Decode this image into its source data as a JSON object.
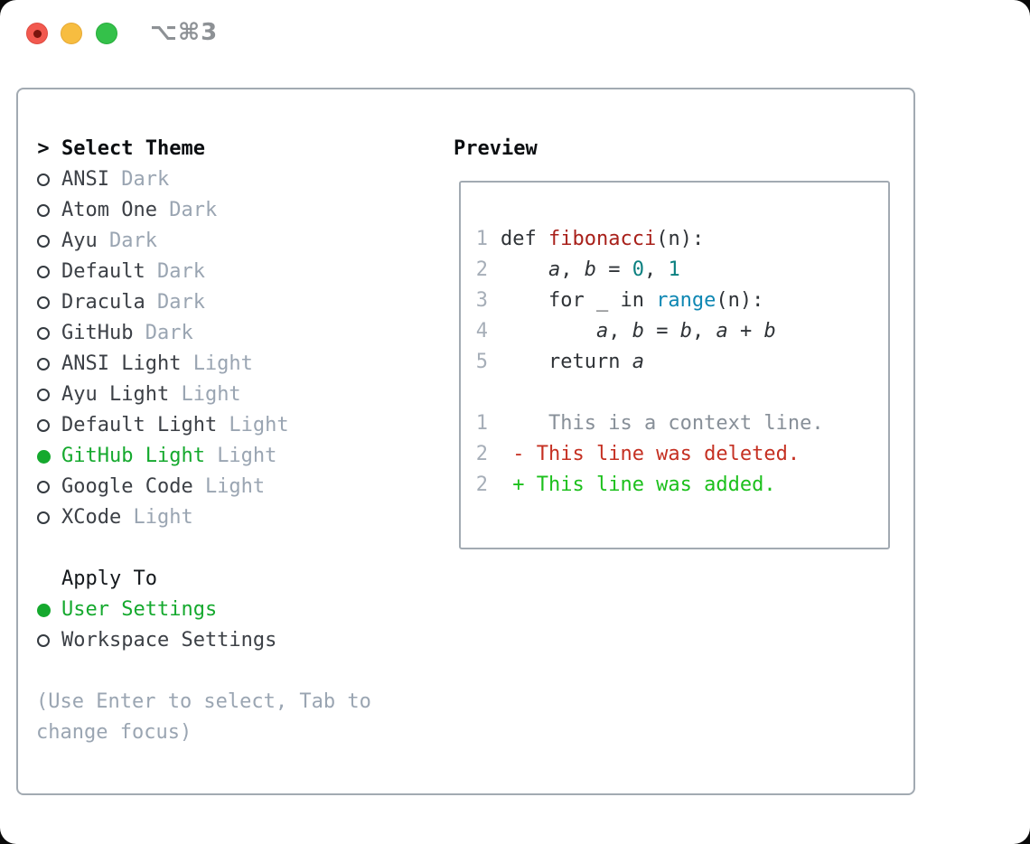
{
  "window": {
    "title_shortcut": "⌥⌘3"
  },
  "theme_selector": {
    "prompt": ">",
    "heading": "Select Theme",
    "themes": [
      {
        "name": "ANSI",
        "variant": "Dark",
        "selected": false
      },
      {
        "name": "Atom One",
        "variant": "Dark",
        "selected": false
      },
      {
        "name": "Ayu",
        "variant": "Dark",
        "selected": false
      },
      {
        "name": "Default",
        "variant": "Dark",
        "selected": false
      },
      {
        "name": "Dracula",
        "variant": "Dark",
        "selected": false
      },
      {
        "name": "GitHub",
        "variant": "Dark",
        "selected": false
      },
      {
        "name": "ANSI Light",
        "variant": "Light",
        "selected": false
      },
      {
        "name": "Ayu Light",
        "variant": "Light",
        "selected": false
      },
      {
        "name": "Default Light",
        "variant": "Light",
        "selected": false
      },
      {
        "name": "GitHub Light",
        "variant": "Light",
        "selected": true
      },
      {
        "name": "Google Code",
        "variant": "Light",
        "selected": false
      },
      {
        "name": "XCode",
        "variant": "Light",
        "selected": false
      }
    ],
    "apply_to": {
      "heading": "Apply To",
      "options": [
        {
          "name": "User Settings",
          "selected": true
        },
        {
          "name": "Workspace Settings",
          "selected": false
        }
      ]
    },
    "hint": "(Use Enter to select, Tab to change focus)"
  },
  "preview": {
    "heading": "Preview",
    "code_lines": [
      {
        "num": "1",
        "tokens": [
          {
            "t": "def ",
            "c": "kw"
          },
          {
            "t": "fibonacci",
            "c": "title"
          },
          {
            "t": "(n):",
            "c": "plain"
          }
        ]
      },
      {
        "num": "2",
        "tokens": [
          {
            "t": "    ",
            "c": "plain"
          },
          {
            "t": "a",
            "c": "var"
          },
          {
            "t": ", ",
            "c": "plain"
          },
          {
            "t": "b",
            "c": "var"
          },
          {
            "t": " = ",
            "c": "plain"
          },
          {
            "t": "0",
            "c": "num"
          },
          {
            "t": ", ",
            "c": "plain"
          },
          {
            "t": "1",
            "c": "num"
          }
        ]
      },
      {
        "num": "3",
        "tokens": [
          {
            "t": "    for _ in ",
            "c": "kw"
          },
          {
            "t": "range",
            "c": "builtin"
          },
          {
            "t": "(n):",
            "c": "plain"
          }
        ]
      },
      {
        "num": "4",
        "tokens": [
          {
            "t": "        ",
            "c": "plain"
          },
          {
            "t": "a",
            "c": "var"
          },
          {
            "t": ", ",
            "c": "plain"
          },
          {
            "t": "b",
            "c": "var"
          },
          {
            "t": " = ",
            "c": "plain"
          },
          {
            "t": "b",
            "c": "var"
          },
          {
            "t": ", ",
            "c": "plain"
          },
          {
            "t": "a",
            "c": "var"
          },
          {
            "t": " + ",
            "c": "plain"
          },
          {
            "t": "b",
            "c": "var"
          }
        ]
      },
      {
        "num": "5",
        "tokens": [
          {
            "t": "    return ",
            "c": "kw"
          },
          {
            "t": "a",
            "c": "var"
          }
        ]
      }
    ],
    "diff_lines": [
      {
        "num": "1",
        "prefix": "    ",
        "text": "This is a context line.",
        "type": "context"
      },
      {
        "num": "2",
        "prefix": " - ",
        "text": "This line was deleted.",
        "type": "deleted"
      },
      {
        "num": "2",
        "prefix": " + ",
        "text": "This line was added.",
        "type": "added"
      }
    ]
  },
  "colors": {
    "accent-green": "#15a92e",
    "diff-red": "#c53022",
    "diff-green": "#1cc01c",
    "syntax-title-red": "#a8201a",
    "syntax-number-teal": "#0b8080",
    "syntax-builtin-blue": "#0e87b3",
    "text-dark": "#3c4046",
    "text-muted": "#9aa5b2",
    "context-gray": "#878f98",
    "lineno-gray": "#a6aeb8",
    "border-gray": "#a2aab2",
    "title-gray": "#8d9195",
    "light-red": "#f2594f",
    "light-yellow": "#f7bd40",
    "light-green": "#34c14a"
  }
}
